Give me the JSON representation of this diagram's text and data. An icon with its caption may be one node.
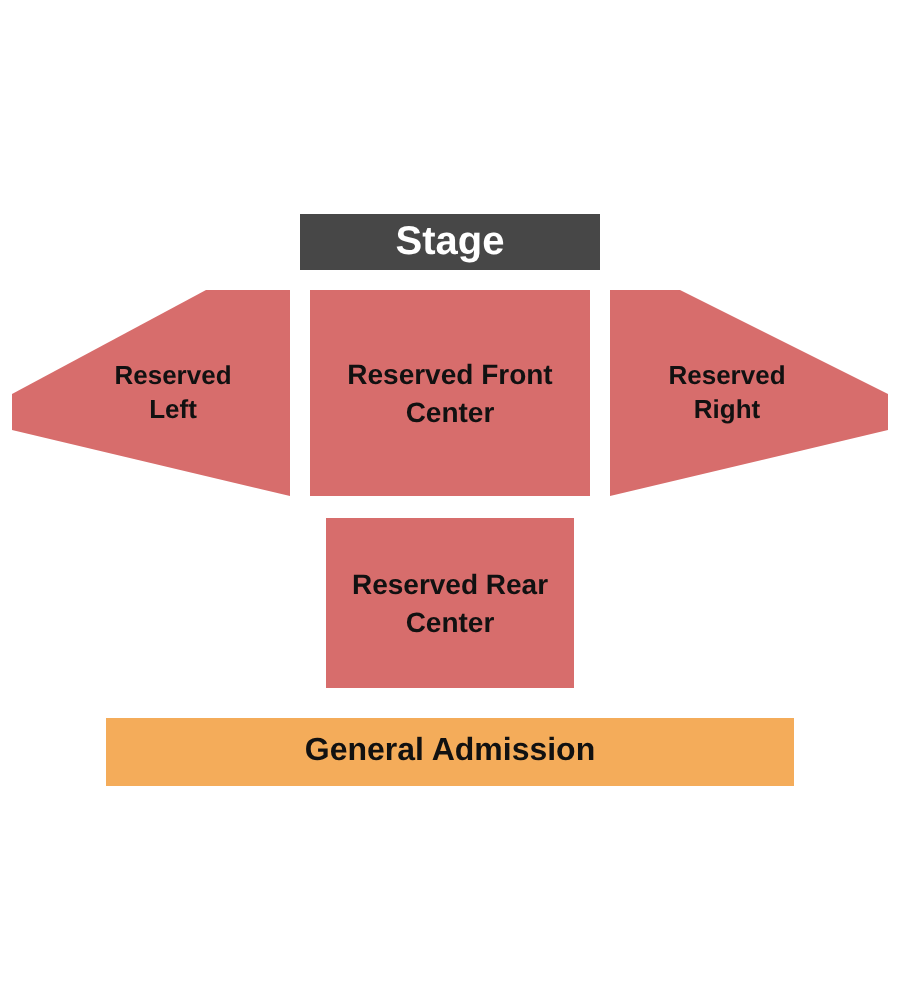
{
  "diagram": {
    "nodes": [
      {
        "text": [
          "Stage"
        ]
      },
      {
        "text": [
          "Reserved Left"
        ]
      },
      {
        "text": [
          "Reserved Front Center"
        ]
      },
      {
        "text": [
          "Reserved Right"
        ]
      },
      {
        "text": [
          "Reserved Rear Center"
        ]
      },
      {
        "text": [
          "General Admission"
        ]
      }
    ]
  }
}
